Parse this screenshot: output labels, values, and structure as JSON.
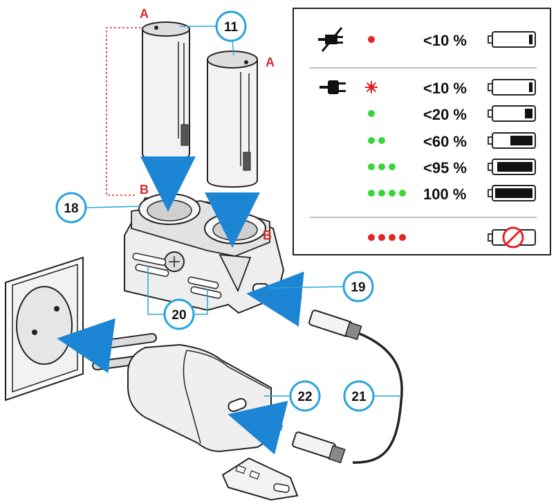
{
  "colors": {
    "callout_ring": "#29a3dc",
    "arrow_blue": "#1d86d4",
    "label_red": "#d42a2a",
    "led_green": "#39d639",
    "led_red": "#e32424",
    "line": "#222222"
  },
  "callouts": {
    "c11": "11",
    "c18": "18",
    "c19": "19",
    "c20": "20",
    "c21": "21",
    "c22": "22"
  },
  "letters": {
    "a1": "A",
    "a2": "A",
    "b1": "B",
    "b2": "B"
  },
  "legend": {
    "unplugged": {
      "icon": "unplugged-icon",
      "led": {
        "count": 1,
        "color": "red",
        "blink": false
      },
      "label": "<10 %",
      "level": 0.1
    },
    "plugged": [
      {
        "icon": "plug-icon",
        "led": {
          "count": 1,
          "color": "red",
          "blink": true
        },
        "label": "<10 %",
        "level": 0.1
      },
      {
        "led": {
          "count": 1,
          "color": "green",
          "blink": false
        },
        "label": "<20 %",
        "level": 0.2
      },
      {
        "led": {
          "count": 2,
          "color": "green",
          "blink": false
        },
        "label": "<60 %",
        "level": 0.6
      },
      {
        "led": {
          "count": 3,
          "color": "green",
          "blink": false
        },
        "label": "<95 %",
        "level": 0.95
      },
      {
        "led": {
          "count": 4,
          "color": "green",
          "blink": false
        },
        "label": "100 %",
        "level": 1.0
      }
    ],
    "error": {
      "led": {
        "count": 4,
        "color": "red",
        "blink": false
      },
      "icon": "battery-error-icon"
    }
  }
}
